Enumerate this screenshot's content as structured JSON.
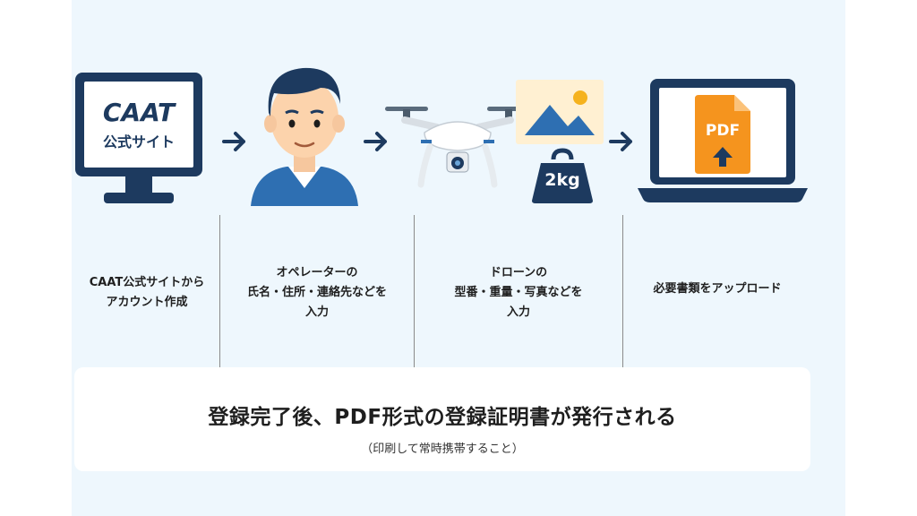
{
  "icons": {
    "caat_site": {
      "line1": "CAAT",
      "line2": "公式サイト"
    },
    "weight_badge": "2kg",
    "pdf_label": "PDF"
  },
  "steps": [
    {
      "text": "CAAT公式サイトから\nアカウント作成"
    },
    {
      "text": "オペレーターの\n氏名・住所・連絡先などを\n入力"
    },
    {
      "text": "ドローンの\n型番・重量・写真などを\n入力"
    },
    {
      "text": "必要書類をアップロード"
    }
  ],
  "result": {
    "title": "登録完了後、PDF形式の登録証明書が発行される",
    "note": "（印刷して常時携帯すること）"
  },
  "colors": {
    "navy": "#1d3a5f",
    "accent_orange": "#f5941e",
    "background": "#eef7fd"
  }
}
